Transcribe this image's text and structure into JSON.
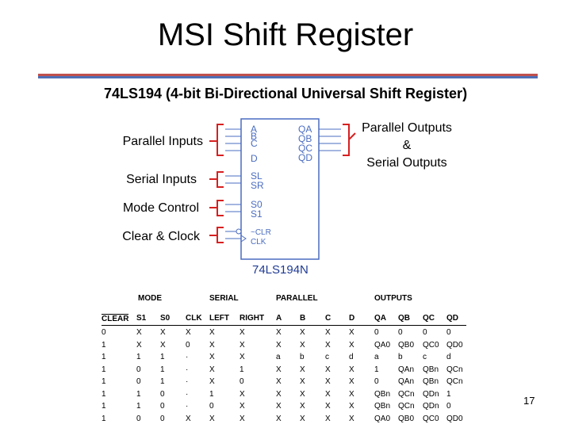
{
  "title": "MSI Shift Register",
  "subtitle": "74LS194 (4-bit Bi-Directional Universal Shift Register)",
  "labels": {
    "parallel_inputs": "Parallel Inputs",
    "serial_inputs": "Serial Inputs",
    "mode_control": "Mode Control",
    "clear_clock": "Clear & Clock",
    "parallel_outputs": [
      "Parallel Outputs",
      "&",
      "Serial Outputs"
    ]
  },
  "chip": {
    "name": "74LS194N",
    "left_pins": [
      "A",
      "B",
      "C",
      "D",
      "SL",
      "SR",
      "S0",
      "S1",
      "~CLR",
      "CLK"
    ],
    "right_pins": [
      "QA",
      "QB",
      "QC",
      "QD"
    ]
  },
  "table": {
    "groups": [
      "MODE",
      "SERIAL",
      "PARALLEL",
      "OUTPUTS"
    ],
    "headers": [
      "CLEAR",
      "S1",
      "S0",
      "CLK",
      "LEFT",
      "RIGHT",
      "A",
      "B",
      "C",
      "D",
      "QA",
      "QB",
      "QC",
      "QD"
    ],
    "rows": [
      [
        "0",
        "X",
        "X",
        "X",
        "X",
        "X",
        "X",
        "X",
        "X",
        "X",
        "0",
        "0",
        "0",
        "0"
      ],
      [
        "1",
        "X",
        "X",
        "0",
        "X",
        "X",
        "X",
        "X",
        "X",
        "X",
        "QA0",
        "QB0",
        "QC0",
        "QD0"
      ],
      [
        "1",
        "1",
        "1",
        "·",
        "X",
        "X",
        "a",
        "b",
        "c",
        "d",
        "a",
        "b",
        "c",
        "d"
      ],
      [
        "1",
        "0",
        "1",
        "·",
        "X",
        "1",
        "X",
        "X",
        "X",
        "X",
        "1",
        "QAn",
        "QBn",
        "QCn"
      ],
      [
        "1",
        "0",
        "1",
        "·",
        "X",
        "0",
        "X",
        "X",
        "X",
        "X",
        "0",
        "QAn",
        "QBn",
        "QCn"
      ],
      [
        "1",
        "1",
        "0",
        "·",
        "1",
        "X",
        "X",
        "X",
        "X",
        "X",
        "QBn",
        "QCn",
        "QDn",
        "1"
      ],
      [
        "1",
        "1",
        "0",
        "·",
        "0",
        "X",
        "X",
        "X",
        "X",
        "X",
        "QBn",
        "QCn",
        "QDn",
        "0"
      ],
      [
        "1",
        "0",
        "0",
        "X",
        "X",
        "X",
        "X",
        "X",
        "X",
        "X",
        "QA0",
        "QB0",
        "QC0",
        "QD0"
      ]
    ]
  },
  "page_number": "17",
  "colors": {
    "accent_red": "#c0504d",
    "accent_blue": "#4f6fb6",
    "pin_blue": "#4a6cc0",
    "bracket_red": "#d62020"
  }
}
